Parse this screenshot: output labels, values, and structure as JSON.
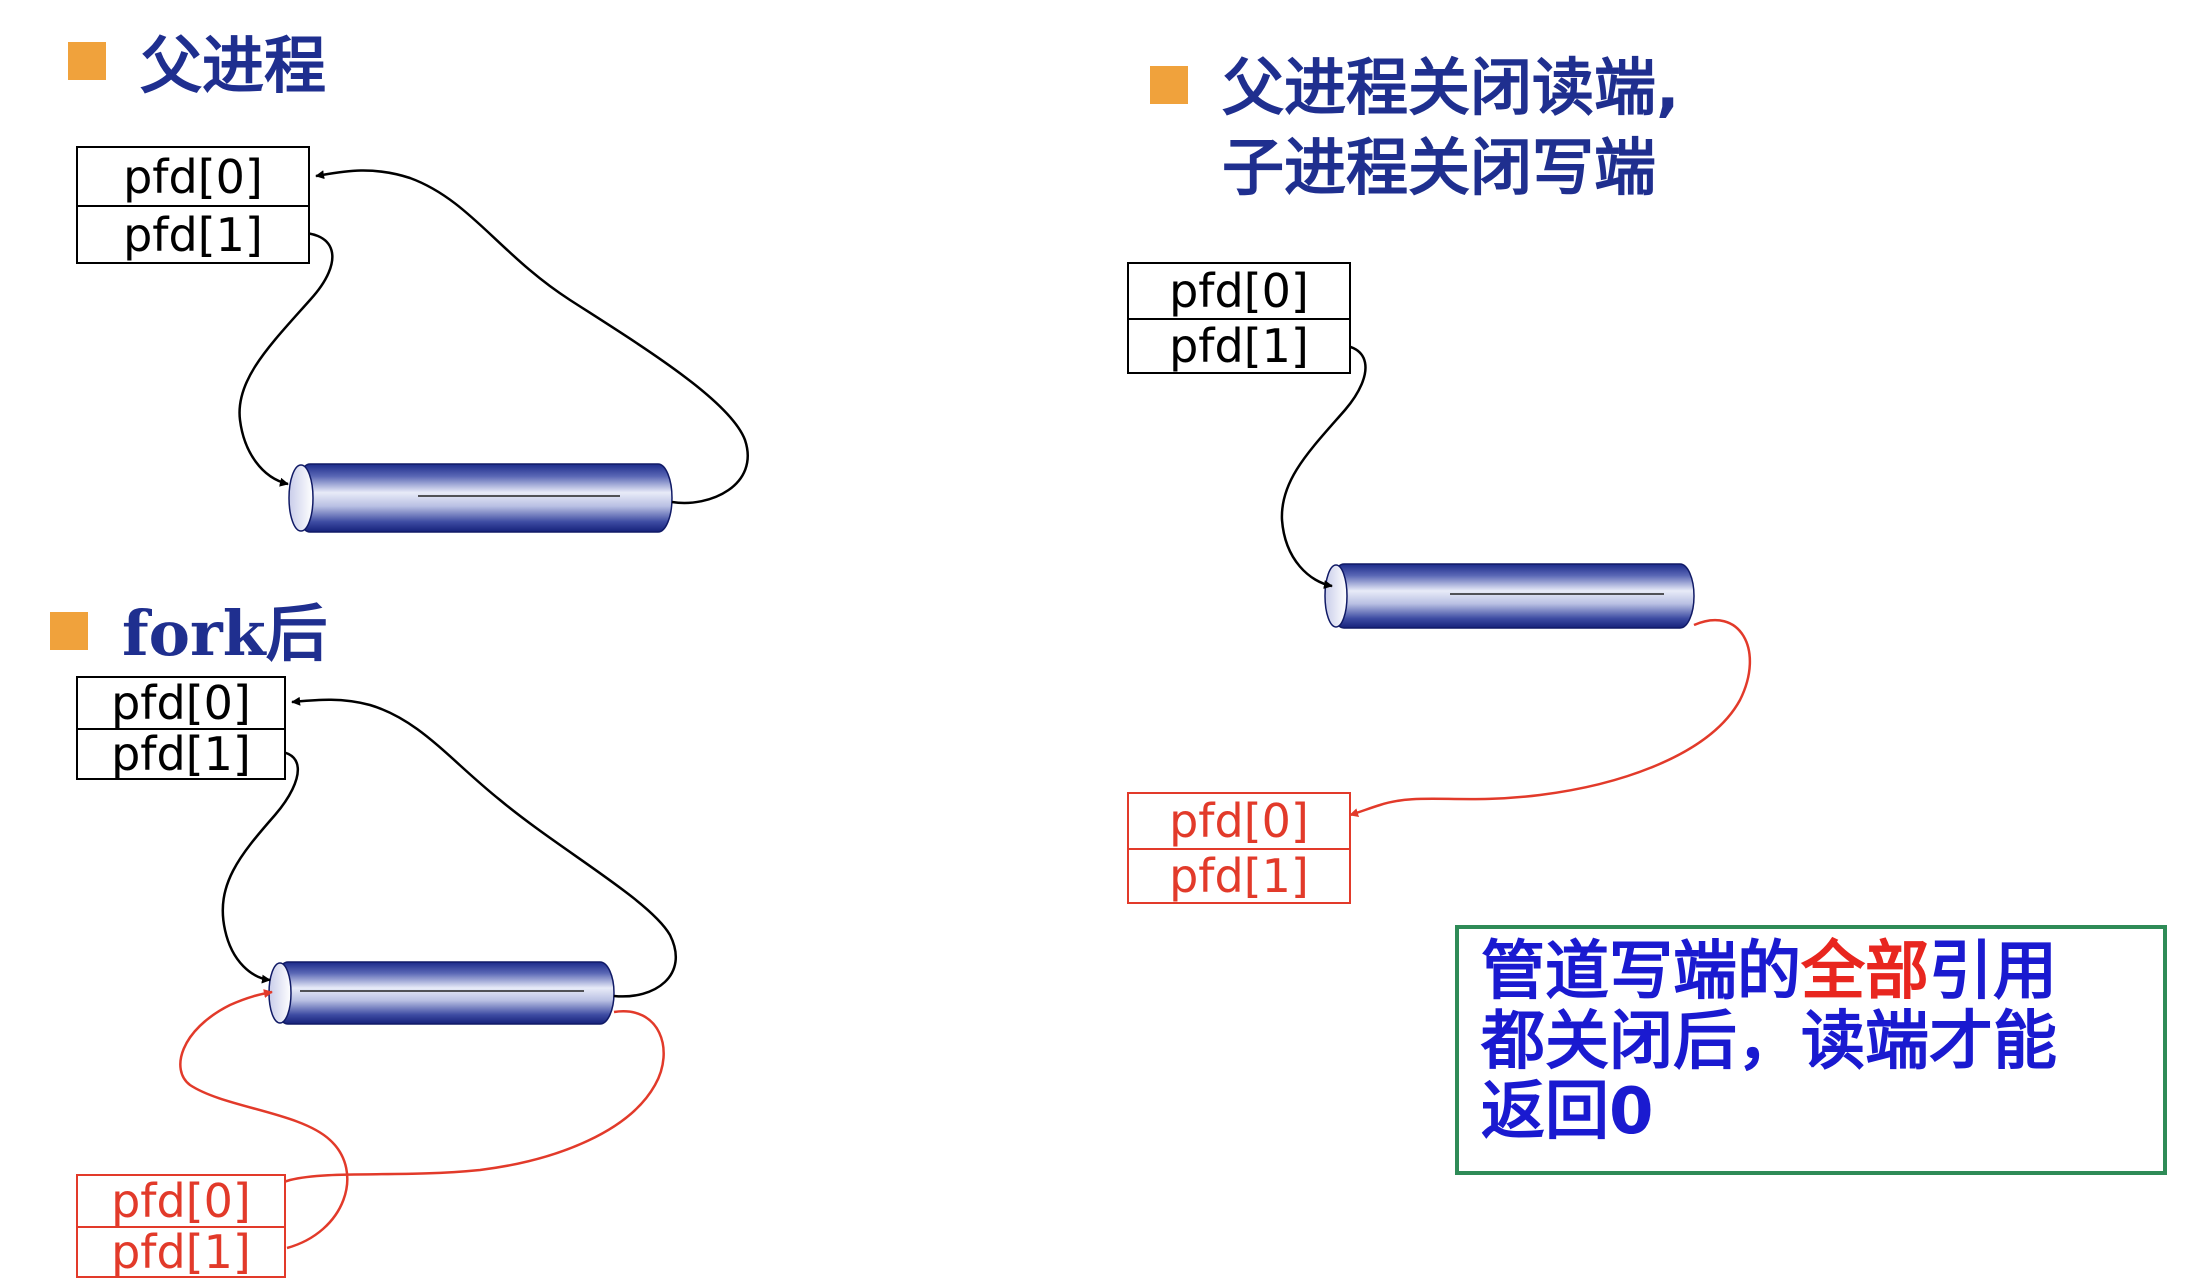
{
  "colors": {
    "heading": "#1f2f8f",
    "bullet": "#f0a23c",
    "parent_lines": "#000000",
    "child_lines": "#e23a2a",
    "note_border": "#2e8b57",
    "note_text": "#1a1ad0",
    "note_highlight": "#e8261f",
    "pipe_dark": "#1b2a8a",
    "pipe_light": "#e8ebf8"
  },
  "sections": {
    "parent": {
      "title": "父进程"
    },
    "fork": {
      "title_latin": "fork",
      "title_cjk": "后"
    },
    "closed": {
      "title_line1": "父进程关闭读端,",
      "title_line2": "子进程关闭写端"
    }
  },
  "fd_labels": {
    "read": "pfd[0]",
    "write": "pfd[1]"
  },
  "note": {
    "line1_pre": "管道写端的",
    "line1_hl": "全部",
    "line1_post": "引用",
    "line2": "都关闭后，读端才能",
    "line3": "返回0"
  }
}
